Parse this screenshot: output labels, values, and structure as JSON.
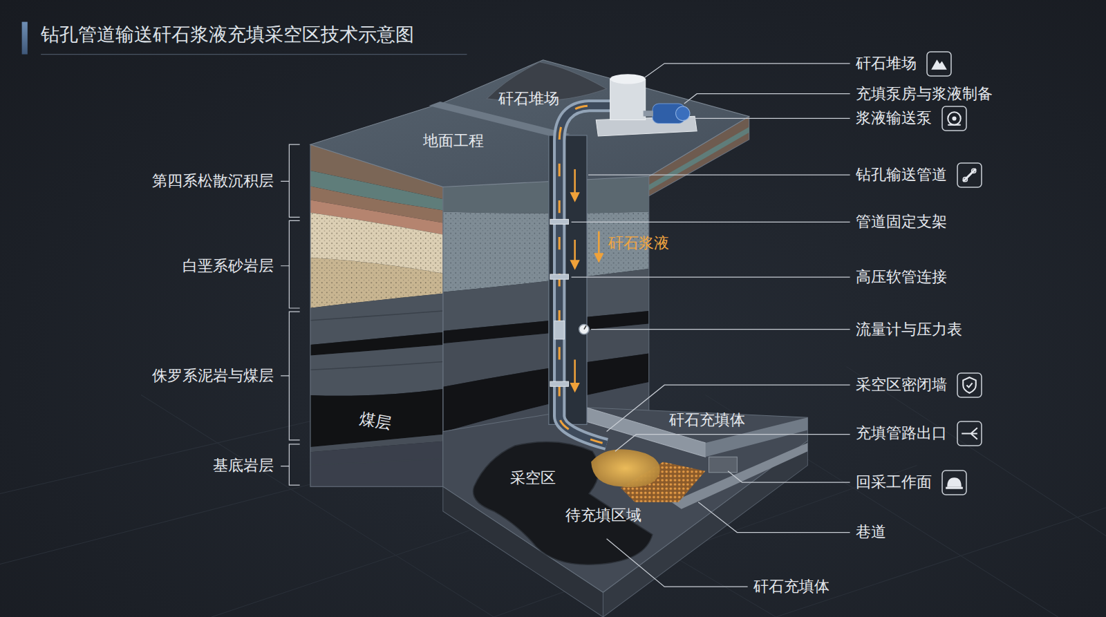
{
  "diagram": {
    "title": "钻孔管道输送矸石浆液充填采空区技术示意图",
    "labels": [
      "第四系松散沉积层",
      "白垩系砂岩层",
      "侏罗系泥岩与煤层",
      "基底岩层",
      "矸石堆场",
      "地面工程",
      "矸石浆液",
      "煤层",
      "矸石充填体",
      "采空区",
      "待充填区域",
      "矸石堆场",
      "充填泵房与浆液制备",
      "浆液输送泵",
      "钻孔输送管道",
      "管道固定支架",
      "高压软管连接",
      "流量计与压力表",
      "采空区密闭墙",
      "充填管路出口",
      "回采工作面",
      "巷道",
      "矸石充填体"
    ]
  }
}
